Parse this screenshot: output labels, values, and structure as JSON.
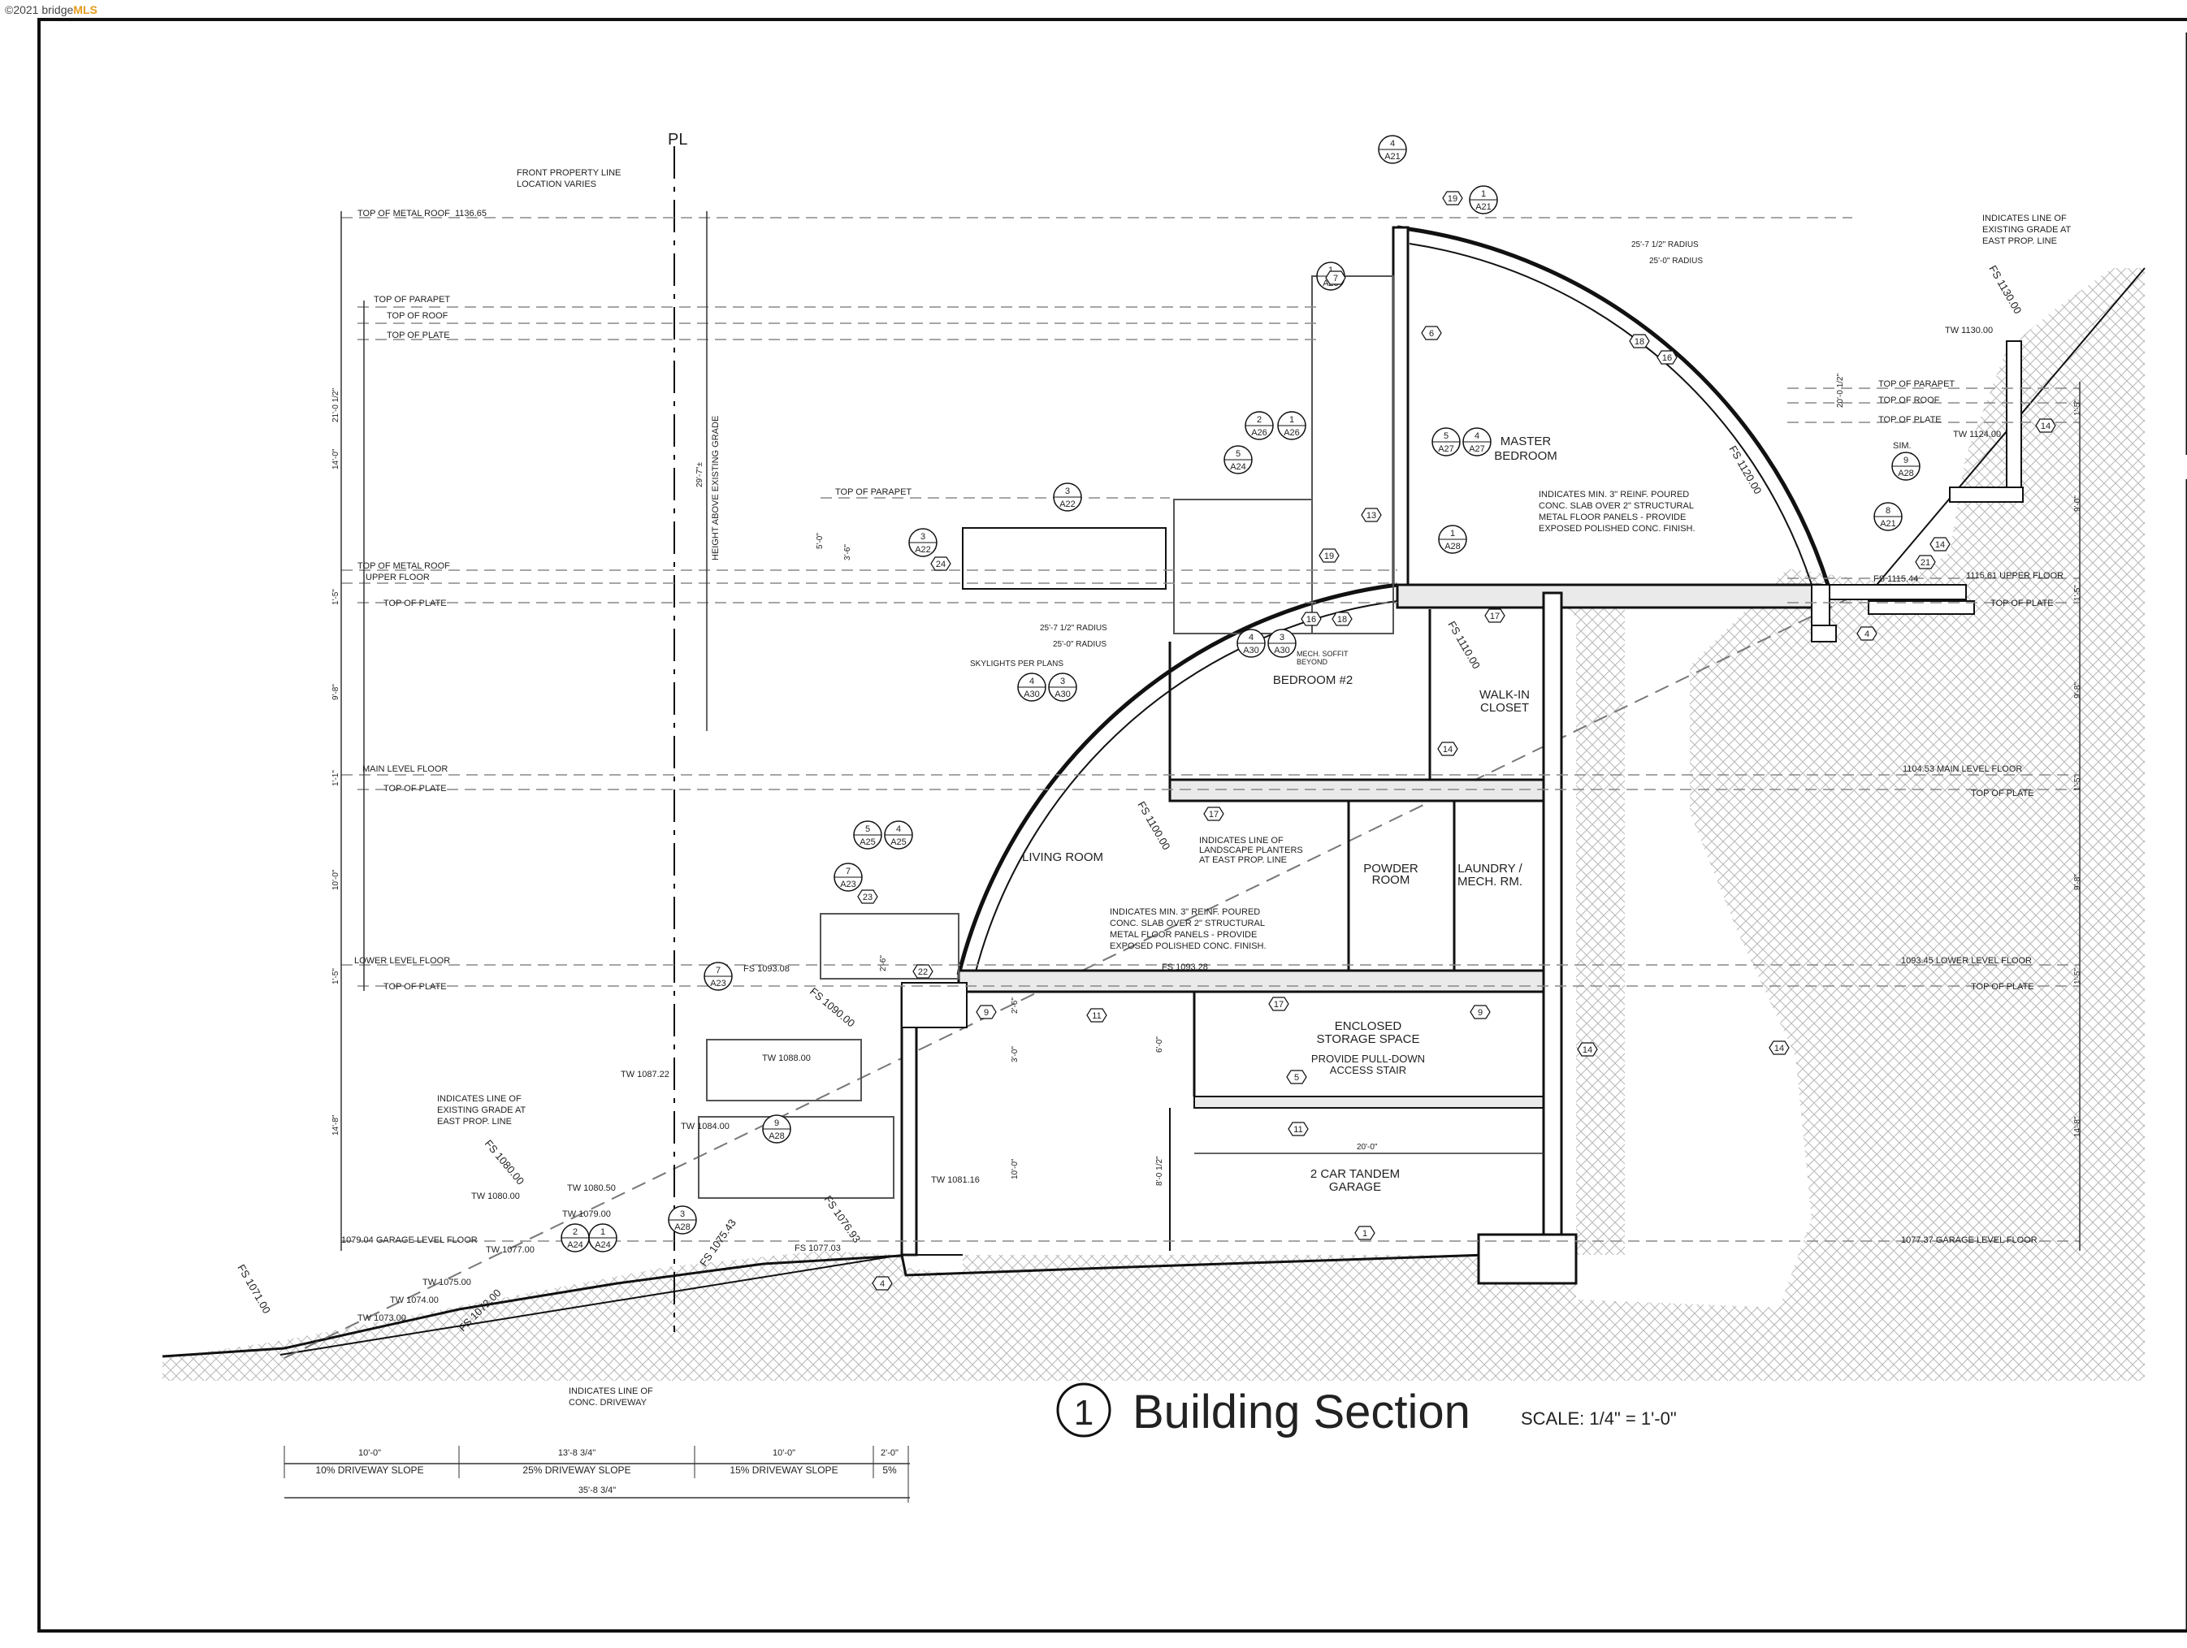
{
  "watermark": {
    "copyright": "©2021 bridge",
    "brand": "MLS"
  },
  "title": {
    "number": "1",
    "text": "Building Section",
    "scale": "SCALE: 1/4\" = 1'-0\""
  },
  "rooms": [
    {
      "id": "master",
      "lines": [
        "MASTER",
        "BEDROOM"
      ]
    },
    {
      "id": "bed2",
      "lines": [
        "BEDROOM #2"
      ]
    },
    {
      "id": "walkin",
      "lines": [
        "WALK-IN",
        "CLOSET"
      ]
    },
    {
      "id": "living",
      "lines": [
        "LIVING ROOM"
      ]
    },
    {
      "id": "powder",
      "lines": [
        "POWDER",
        "ROOM"
      ]
    },
    {
      "id": "laundry",
      "lines": [
        "LAUNDRY /",
        "MECH. RM."
      ]
    },
    {
      "id": "storage",
      "lines": [
        "ENCLOSED",
        "STORAGE SPACE"
      ]
    },
    {
      "id": "storage_note",
      "lines": [
        "PROVIDE PULL-DOWN",
        "ACCESS STAIR"
      ]
    },
    {
      "id": "garage",
      "lines": [
        "2 CAR TANDEM",
        "GARAGE"
      ]
    }
  ],
  "notes": [
    {
      "id": "prop",
      "lines": [
        "FRONT PROPERTY LINE",
        "LOCATION VARIES"
      ]
    },
    {
      "id": "egrade_top",
      "lines": [
        "INDICATES LINE OF",
        "EXISTING GRADE AT",
        "EAST PROP. LINE"
      ]
    },
    {
      "id": "slab_upper",
      "lines": [
        "INDICATES MIN. 3\" REINF. POURED",
        "CONC. SLAB OVER 2\" STRUCTURAL",
        "METAL FLOOR PANELS - PROVIDE",
        "EXPOSED POLISHED CONC. FINISH."
      ]
    },
    {
      "id": "planters",
      "lines": [
        "INDICATES LINE OF",
        "LANDSCAPE PLANTERS",
        "AT EAST PROP. LINE"
      ]
    },
    {
      "id": "slab_lower",
      "lines": [
        "INDICATES MIN. 3\" REINF. POURED",
        "CONC. SLAB OVER 2\" STRUCTURAL",
        "METAL FLOOR PANELS - PROVIDE",
        "EXPOSED POLISHED CONC. FINISH."
      ]
    },
    {
      "id": "egrade_low",
      "lines": [
        "INDICATES LINE OF",
        "EXISTING GRADE AT",
        "EAST PROP. LINE"
      ]
    },
    {
      "id": "driveway",
      "lines": [
        "INDICATES LINE OF",
        "CONC. DRIVEWAY"
      ]
    },
    {
      "id": "mech",
      "lines": [
        "MECH. SOFFIT",
        "BEYOND"
      ]
    },
    {
      "id": "skylights",
      "lines": [
        "SKYLIGHTS PER PLANS"
      ]
    },
    {
      "id": "r1",
      "lines": [
        "25'-7 1/2\" RADIUS"
      ]
    },
    {
      "id": "r2",
      "lines": [
        "25'-0\" RADIUS"
      ]
    },
    {
      "id": "r3",
      "lines": [
        "25'-7 1/2\" RADIUS"
      ]
    },
    {
      "id": "r4",
      "lines": [
        "25'-0\" RADIUS"
      ]
    },
    {
      "id": "height",
      "lines": [
        "HEIGHT ABOVE EXISTING GRADE"
      ]
    },
    {
      "id": "pl",
      "lines": [
        "PL"
      ]
    }
  ],
  "level_labels": {
    "left": [
      "TOP OF METAL ROOF",
      "1136.65",
      "TOP OF PARAPET",
      "TOP OF ROOF",
      "TOP OF PLATE",
      "TOP OF PARAPET",
      "TOP OF METAL ROOF",
      "UPPER FLOOR",
      "TOP OF PLATE",
      "MAIN LEVEL FLOOR",
      "TOP OF PLATE",
      "LOWER LEVEL FLOOR",
      "TOP OF PLATE",
      "1079.04  GARAGE LEVEL FLOOR"
    ],
    "right": [
      "TOP OF PARAPET",
      "TOP OF ROOF",
      "TOP OF PLATE",
      "1115.61  UPPER FLOOR",
      "TOP OF PLATE",
      "1104.53  MAIN LEVEL FLOOR",
      "TOP OF PLATE",
      "1093.45  LOWER LEVEL FLOOR",
      "TOP OF PLATE",
      "1077.37  GARAGE LEVEL FLOOR"
    ],
    "elev": [
      "FS 1130.00",
      "TW 1130.00",
      "TW 1124.00",
      "SIM.",
      "FS 1115.44",
      "FS 1120.00",
      "FS 1110.00",
      "FS 1100.00",
      "FS 1093.08",
      "FS 1093.28",
      "FS 1090.00",
      "TW 1087.22",
      "TW 1088.00",
      "TW 1084.00",
      "FS 1080.00",
      "TW 1080.50",
      "TW 1080.00",
      "TW 1079.00",
      "TW 1077.00",
      "TW 1081.16",
      "FS 1076.93",
      "FS 1075.43",
      "FS 1077.03",
      "TW 1075.00",
      "TW 1074.00",
      "TW 1073.00",
      "FS 1072.00",
      "FS 1071.00"
    ]
  },
  "dims_left": [
    "21'-0 1/2\"",
    "14'-0\"",
    "1'-5\"",
    "9'-8\"",
    "1'-1\"",
    "10'-0\"",
    "1'-5\"",
    "14'-8\"",
    "29'-7\"±",
    "5'-0\"",
    "3'-6\""
  ],
  "dims_right": [
    "20'-0 1/2\"",
    "1'-5\"",
    "9'-0\"",
    "1'-5\"",
    "9'-8\"",
    "1'-5\"",
    "9'-8\"",
    "1'-5\"",
    "14'-8\"",
    "2'-6\"",
    "2'-6\"",
    "3'-0\"",
    "10'-0\"",
    "6'-0\"",
    "8'-0 1/2\"",
    "20'-0\""
  ],
  "slopes": [
    {
      "dim": "10'-0\"",
      "label": "10% DRIVEWAY SLOPE"
    },
    {
      "dim": "13'-8 3/4\"",
      "label": "25% DRIVEWAY SLOPE"
    },
    {
      "dim": "10'-0\"",
      "label": "15% DRIVEWAY SLOPE"
    },
    {
      "dim": "2'-0\"",
      "label": "5%"
    }
  ],
  "total_dim": "35'-8 3/4\"",
  "details": [
    {
      "n": "4",
      "s": "A21"
    },
    {
      "n": "1",
      "s": "A21"
    },
    {
      "n": "1",
      "s": "A25"
    },
    {
      "n": "2",
      "s": "A26"
    },
    {
      "n": "1",
      "s": "A26"
    },
    {
      "n": "5",
      "s": "A24"
    },
    {
      "n": "5",
      "s": "A27"
    },
    {
      "n": "4",
      "s": "A27"
    },
    {
      "n": "3",
      "s": "A22"
    },
    {
      "n": "3",
      "s": "A22"
    },
    {
      "n": "1",
      "s": "A28"
    },
    {
      "n": "4",
      "s": "A30"
    },
    {
      "n": "3",
      "s": "A30"
    },
    {
      "n": "4",
      "s": "A30"
    },
    {
      "n": "3",
      "s": "A30"
    },
    {
      "n": "9",
      "s": "A28"
    },
    {
      "n": "8",
      "s": "A21"
    },
    {
      "n": "5",
      "s": "A25"
    },
    {
      "n": "4",
      "s": "A25"
    },
    {
      "n": "7",
      "s": "A23"
    },
    {
      "n": "7",
      "s": "A23"
    },
    {
      "n": "9",
      "s": "A28"
    },
    {
      "n": "3",
      "s": "A28"
    },
    {
      "n": "2",
      "s": "A24"
    },
    {
      "n": "1",
      "s": "A24"
    }
  ],
  "keynotes": [
    "19",
    "7",
    "6",
    "18",
    "16",
    "13",
    "19",
    "16",
    "18",
    "17",
    "14",
    "14",
    "21",
    "14",
    "4",
    "24",
    "17",
    "23",
    "22",
    "9",
    "11",
    "17",
    "9",
    "14",
    "5",
    "11",
    "1",
    "4",
    "14"
  ]
}
